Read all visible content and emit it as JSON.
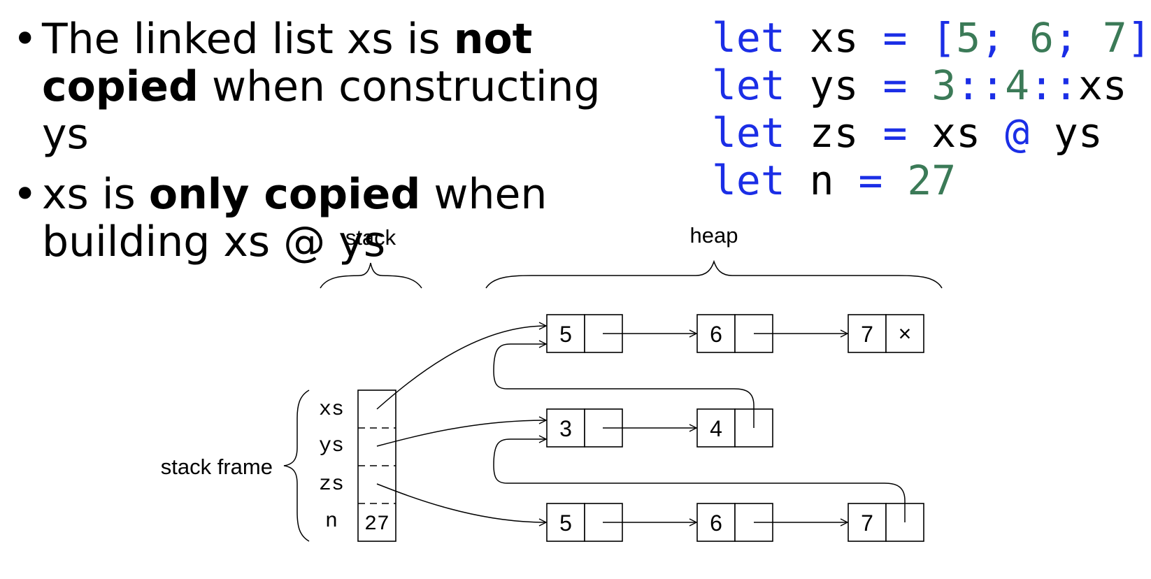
{
  "bullets": [
    {
      "a": "The linked list xs is ",
      "b": "not copied",
      "c": " when constructing ys"
    },
    {
      "a": "xs is ",
      "b": "only copied",
      "c": " when building xs @ ys"
    }
  ],
  "code": [
    [
      {
        "t": "let",
        "k": "kw"
      },
      {
        "t": " xs ",
        "k": ""
      },
      {
        "t": "=",
        "k": "kw"
      },
      {
        "t": " ",
        "k": ""
      },
      {
        "t": "[",
        "k": "kw"
      },
      {
        "t": "5",
        "k": "num"
      },
      {
        "t": ";",
        "k": "kw"
      },
      {
        "t": " ",
        "k": ""
      },
      {
        "t": "6",
        "k": "num"
      },
      {
        "t": ";",
        "k": "kw"
      },
      {
        "t": " ",
        "k": ""
      },
      {
        "t": "7",
        "k": "num"
      },
      {
        "t": "]",
        "k": "kw"
      }
    ],
    [
      {
        "t": "let",
        "k": "kw"
      },
      {
        "t": " ys ",
        "k": ""
      },
      {
        "t": "=",
        "k": "kw"
      },
      {
        "t": " ",
        "k": ""
      },
      {
        "t": "3",
        "k": "num"
      },
      {
        "t": "::",
        "k": "kw"
      },
      {
        "t": "4",
        "k": "num"
      },
      {
        "t": "::",
        "k": "kw"
      },
      {
        "t": "xs",
        "k": ""
      }
    ],
    [
      {
        "t": "let",
        "k": "kw"
      },
      {
        "t": " zs ",
        "k": ""
      },
      {
        "t": "=",
        "k": "kw"
      },
      {
        "t": " xs ",
        "k": ""
      },
      {
        "t": "@",
        "k": "kw"
      },
      {
        "t": " ys",
        "k": ""
      }
    ],
    [
      {
        "t": "let",
        "k": "kw"
      },
      {
        "t": " n ",
        "k": ""
      },
      {
        "t": "=",
        "k": "kw"
      },
      {
        "t": " ",
        "k": ""
      },
      {
        "t": "27",
        "k": "num"
      }
    ]
  ],
  "diagram": {
    "stack_label": "stack",
    "heap_label": "heap",
    "frame_label": "stack frame",
    "vars": [
      "xs",
      "ys",
      "zs",
      "n"
    ],
    "n_value": "27",
    "nil_symbol": "×",
    "lists": {
      "xs": [
        "5",
        "6",
        "7"
      ],
      "ys": [
        "3",
        "4"
      ],
      "zs": [
        "5",
        "6",
        "7"
      ]
    }
  }
}
